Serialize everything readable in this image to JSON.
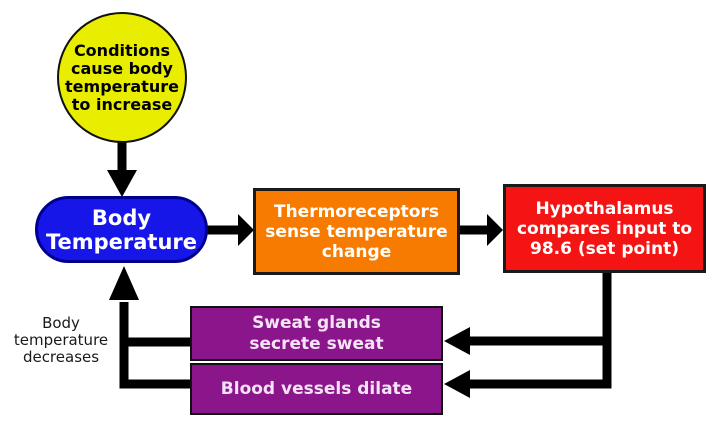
{
  "diagram": {
    "background": "#ffffff",
    "connector_color": "#000000",
    "nodes": {
      "conditions": {
        "shape": "ellipse",
        "fill": "#e9ee00",
        "text_color": "#000000",
        "lines": [
          "Conditions",
          "cause body",
          "temperature",
          "to increase"
        ]
      },
      "body_temperature": {
        "shape": "pill",
        "fill": "#1616e8",
        "border_color": "#000090",
        "text_color": "#ffffff",
        "lines": [
          "Body",
          "Temperature"
        ]
      },
      "thermoreceptors": {
        "shape": "rect",
        "fill": "#f67b00",
        "text_color": "#ffffff",
        "lines": [
          "Thermoreceptors",
          "sense temperature",
          "change"
        ]
      },
      "hypothalamus": {
        "shape": "rect",
        "fill": "#f51414",
        "text_color": "#ffffff",
        "lines": [
          "Hypothalamus",
          "compares input to",
          "98.6 (set point)"
        ]
      },
      "sweat_glands": {
        "shape": "rect",
        "fill": "#8b168b",
        "text_color": "#f6e4f6",
        "lines": [
          "Sweat glands",
          "secrete sweat"
        ]
      },
      "blood_vessels": {
        "shape": "rect",
        "fill": "#8b168b",
        "text_color": "#f6e4f6",
        "lines": [
          "Blood vessels dilate"
        ]
      }
    },
    "labels": {
      "feedback": {
        "text_color": "#1a1a1a",
        "lines": [
          "Body",
          "temperature",
          "decreases"
        ]
      }
    }
  }
}
